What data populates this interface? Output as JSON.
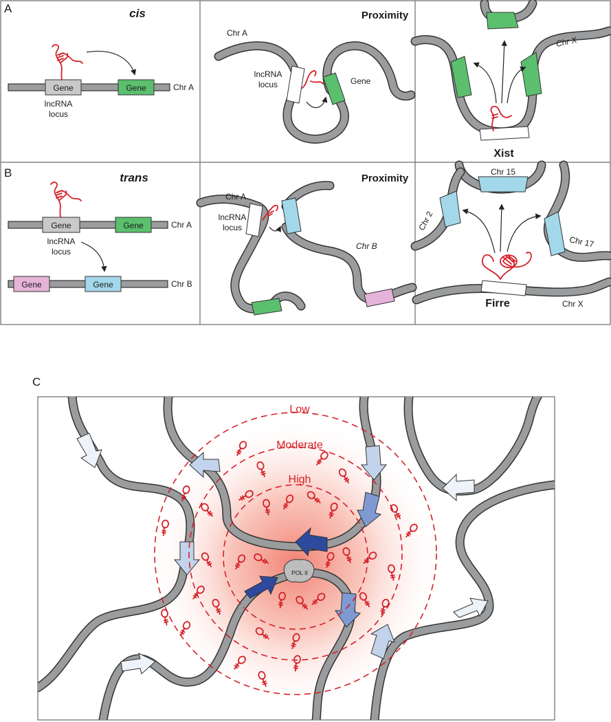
{
  "panels": {
    "A": {
      "letter": "A",
      "left": {
        "title": "cis",
        "gene_left": "Gene",
        "gene_right": "Gene",
        "locus_label_1": "lncRNA",
        "locus_label_2": "locus",
        "chr": "Chr A"
      },
      "middle": {
        "title": "Proximity",
        "chr": "Chr A",
        "locus_label_1": "lncRNA",
        "locus_label_2": "locus",
        "gene": "Gene"
      },
      "right": {
        "chr": "Chr X",
        "name": "Xist"
      }
    },
    "B": {
      "letter": "B",
      "left": {
        "title": "trans",
        "gene_top_left": "Gene",
        "gene_top_right": "Gene",
        "locus_label_1": "lncRNA",
        "locus_label_2": "locus",
        "chr_top": "Chr A",
        "gene_bottom_left": "Gene",
        "gene_bottom_right": "Gene",
        "chr_bottom": "Chr B"
      },
      "middle": {
        "title": "Proximity",
        "chr_a": "Chr A",
        "locus_label_1": "lncRNA",
        "locus_label_2": "locus",
        "chr_b": "Chr B"
      },
      "right": {
        "chr_2": "Chr 2",
        "chr_15": "Chr 15",
        "chr_17": "Chr 17",
        "chr_x": "Chr X",
        "name": "Firre"
      }
    },
    "C": {
      "letter": "C",
      "rings": {
        "low": "Low",
        "moderate": "Moderate",
        "high": "High"
      },
      "pol": "POL II"
    }
  },
  "colors": {
    "green": "#5bbf6e",
    "blue_light": "#a3d8ea",
    "pink": "#e6b3d9",
    "gene_gray": "#c9c9c9",
    "rna_red": "#d42027",
    "chromatin_gray": "#9a9c9e",
    "arrow_pale": "#eef3fa",
    "arrow_light": "#c3d3ec",
    "arrow_mid": "#7f9ad3",
    "arrow_dark": "#2e4a9e"
  }
}
